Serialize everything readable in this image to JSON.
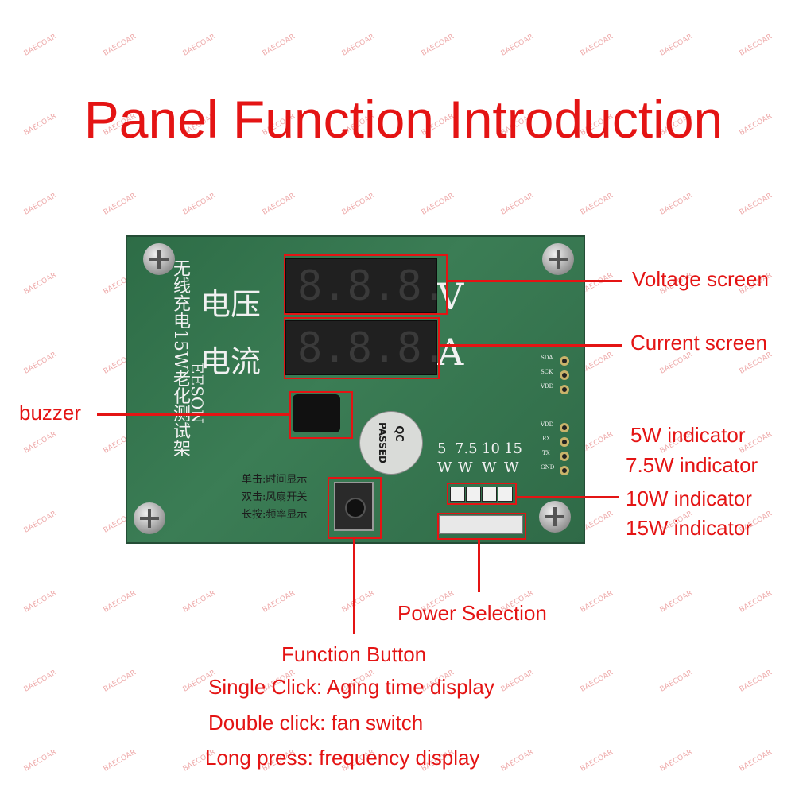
{
  "watermark": "BAECOAR",
  "title": "Panel Function Introduction",
  "labels": {
    "voltage_screen": "Voltage screen",
    "current_screen": "Current screen",
    "buzzer": "buzzer",
    "ind_5w": "5W indicator",
    "ind_75w": "7.5W indicator",
    "ind_10w": "10W indicator",
    "ind_15w": "15W indicator",
    "power_selection": "Power Selection",
    "function_button": "Function Button",
    "single_click": "Single Click: Aging time display",
    "double_click": "Double click: fan switch",
    "long_press": "Long press: frequency display"
  },
  "board": {
    "voltage_cn": "电压",
    "current_cn": "电流",
    "unit_v": "V",
    "unit_a": "A",
    "side_text": "无线充电15W老化测试架",
    "brand": "EESON",
    "qc": "QC",
    "passed": "PASSED",
    "hint_single": "单击:时间显示",
    "hint_double": "双击:风扇开关",
    "hint_long": "长按:频率显示",
    "power_levels": [
      "5",
      "7.5",
      "10",
      "15"
    ],
    "power_unit": "W",
    "digits": "8.8.8.",
    "pins_sda": "SDA",
    "pins_sck": "SCK",
    "pins_vdd": "VDD",
    "pins_rx": "RX",
    "pins_tx": "TX",
    "pins_gnd": "GND"
  },
  "colors": {
    "accent": "#e41414",
    "pcb": "#3b7d55"
  }
}
